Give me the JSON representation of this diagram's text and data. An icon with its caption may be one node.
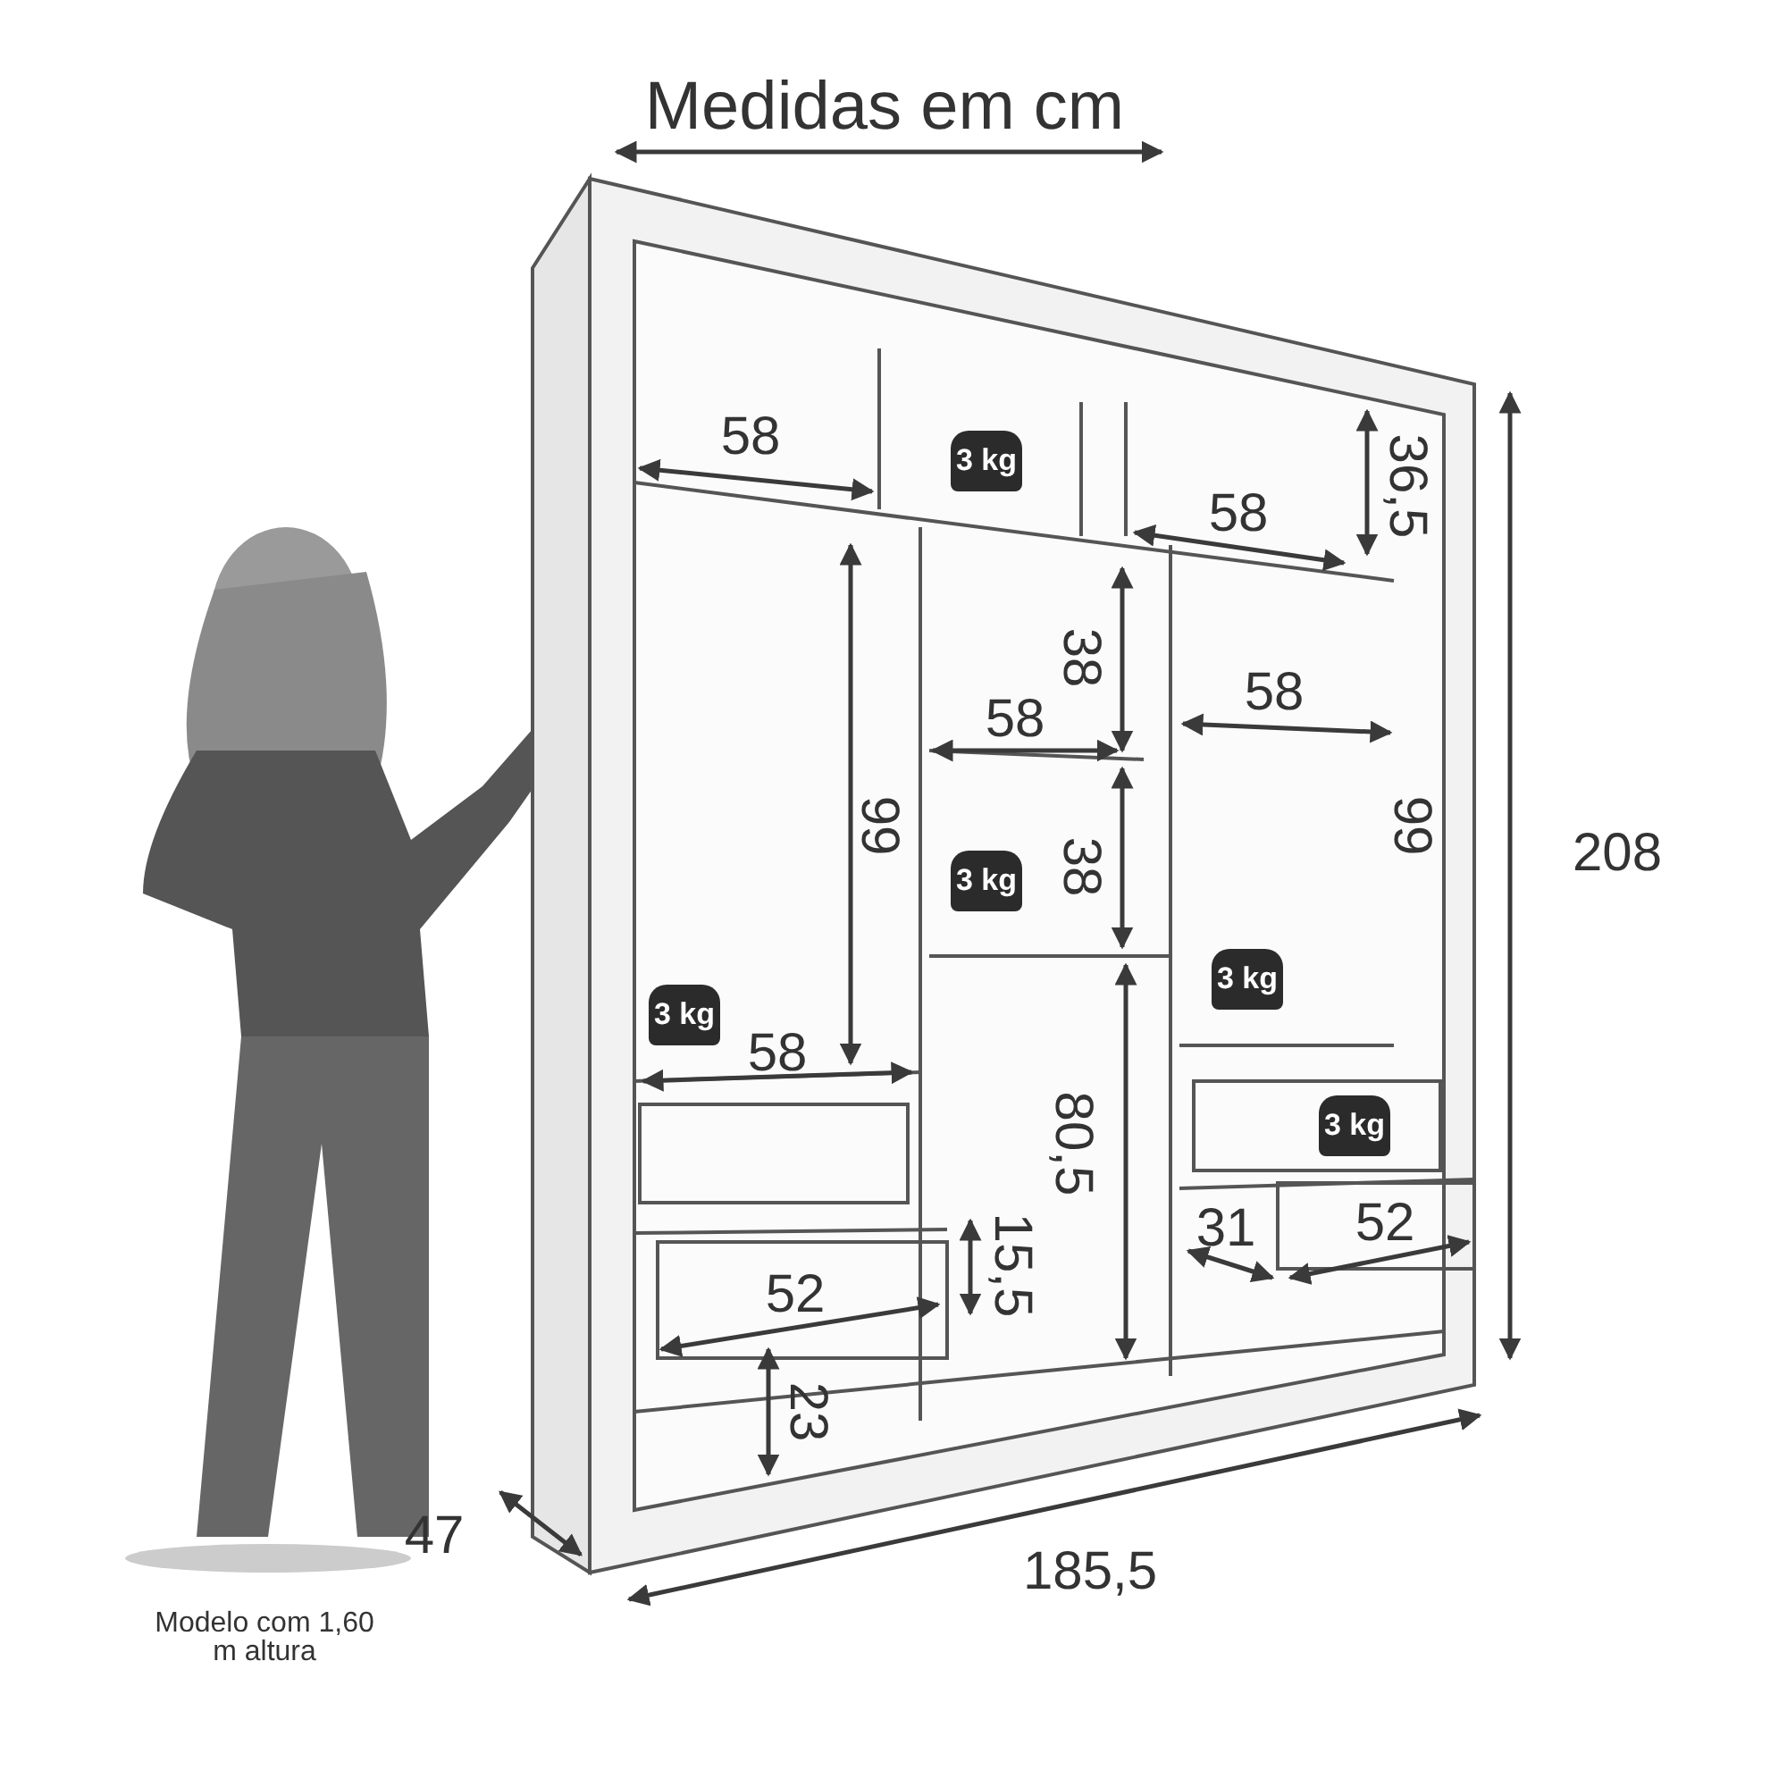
{
  "diagram": {
    "title": "Medidas em cm",
    "caption": "Modelo com 1,60 m altura",
    "labels": [
      "58",
      "3 kg",
      "36,5",
      "58",
      "38",
      "58",
      "58",
      "99",
      "99",
      "208",
      "38",
      "3 kg",
      "3 kg",
      "3 kg",
      "58",
      "80,5",
      "3 kg",
      "15,5",
      "31",
      "52",
      "52",
      "23",
      "47",
      "185,5"
    ]
  }
}
